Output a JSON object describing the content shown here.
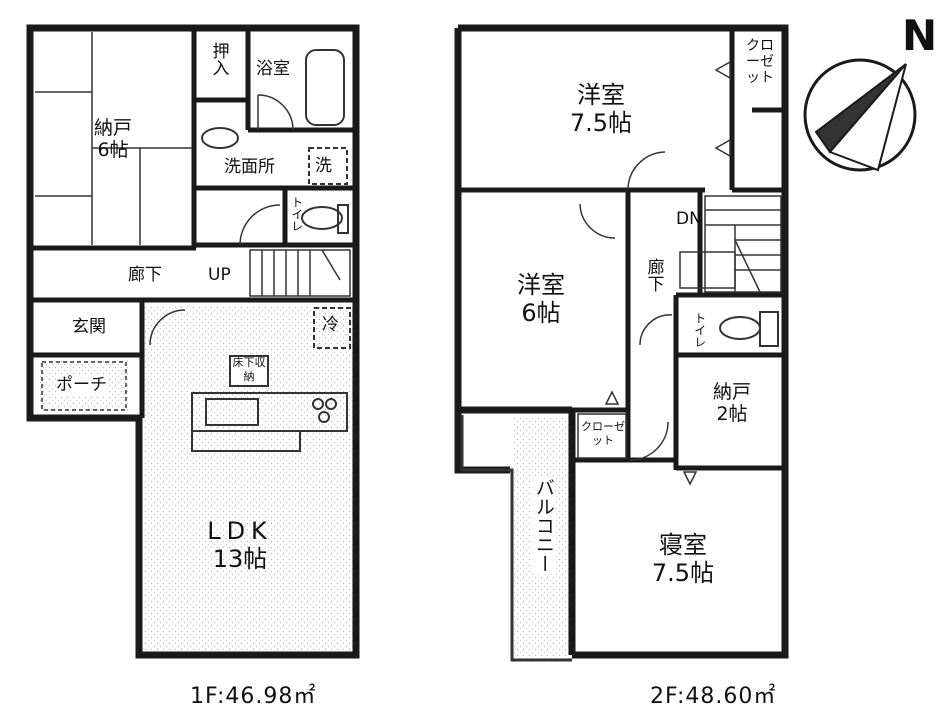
{
  "compass": {
    "label": "N"
  },
  "floor1": {
    "area": "1F:46.98㎡",
    "rooms": {
      "nando": {
        "name": "納戸",
        "size": "6帖"
      },
      "oshiire": "押入",
      "bath": "浴室",
      "washroom": "洗面所",
      "washer": "洗",
      "toilet": "トイレ",
      "hall": "廊下",
      "up": "UP",
      "entrance": "玄関",
      "porch": "ポーチ",
      "fridge": "冷",
      "underfloor": "床下収納",
      "ldk": {
        "name": "LDK",
        "size": "13帖"
      }
    }
  },
  "floor2": {
    "area": "2F:48.60㎡",
    "rooms": {
      "western1": {
        "name": "洋室",
        "size": "7.5帖"
      },
      "closet_top": "クローゼット",
      "western2": {
        "name": "洋室",
        "size": "6帖"
      },
      "dn": "DN",
      "hall": "廊下",
      "toilet": "トイレ",
      "nando": {
        "name": "納戸",
        "size": "2帖"
      },
      "closet_small": "クローゼット",
      "balcony": "バルコニー",
      "bedroom": {
        "name": "寝室",
        "size": "7.5帖"
      }
    }
  }
}
